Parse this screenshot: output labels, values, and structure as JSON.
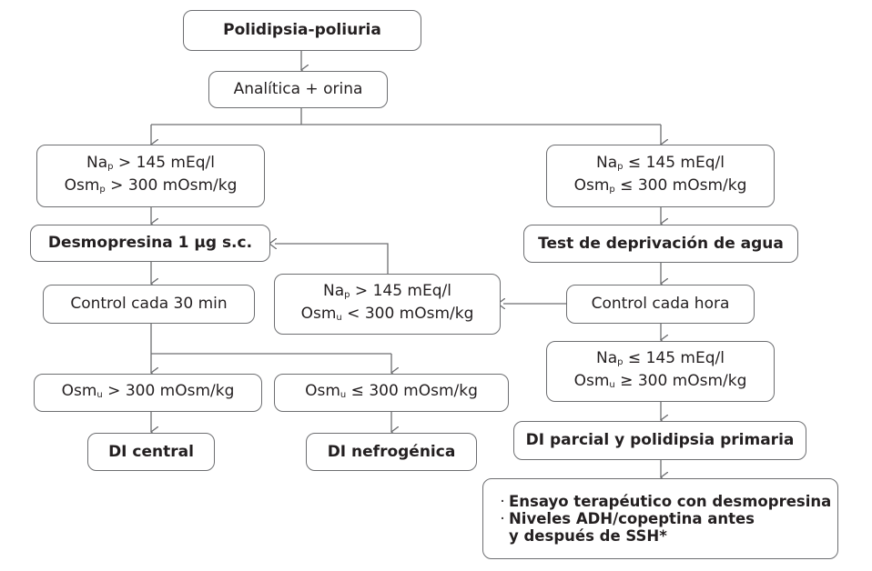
{
  "nodes": {
    "start": "Polidipsia-poliuria",
    "analitica": "Analítica + orina",
    "left_cond": {
      "l1_pre": "Na",
      "l1_sub": "p",
      "l1_post": " > 145 mEq/l",
      "l2_pre": "Osm",
      "l2_sub": "p",
      "l2_post": " > 300 mOsm/kg"
    },
    "right_cond": {
      "l1_pre": "Na",
      "l1_sub": "p",
      "l1_post": " ≤ 145 mEq/l",
      "l2_pre": "Osm",
      "l2_sub": "p",
      "l2_post": " ≤ 300 mOsm/kg"
    },
    "desmopresina": "Desmopresina 1 µg s.c.",
    "test_deprivacion": "Test de deprivación de agua",
    "control30": "Control cada 30 min",
    "mid_cond": {
      "l1_pre": "Na",
      "l1_sub": "p",
      "l1_post": " > 145 mEq/l",
      "l2_pre": "Osm",
      "l2_sub": "u",
      "l2_post": " < 300 mOsm/kg"
    },
    "control_hora": "Control cada hora",
    "osm_gt": {
      "pre": "Osm",
      "sub": "u",
      "post": " > 300 mOsm/kg"
    },
    "osm_le": {
      "pre": "Osm",
      "sub": "u",
      "post": " ≤ 300 mOsm/kg"
    },
    "right_cond2": {
      "l1_pre": "Na",
      "l1_sub": "p",
      "l1_post": " ≤ 145 mEq/l",
      "l2_pre": "Osm",
      "l2_sub": "u",
      "l2_post": " ≥ 300 mOsm/kg"
    },
    "di_central": "DI central",
    "di_nefro": "DI nefrogénica",
    "di_parcial": "DI parcial y polidipsia primaria",
    "final_list": {
      "bullet": "·",
      "item1": "Ensayo terapéutico con desmopresina",
      "item2_l1": "Niveles ADH/copeptina antes",
      "item2_l2": "y después de SSH*"
    }
  },
  "colors": {
    "line": "#6d6e71",
    "border": "#6d6e71",
    "text": "#231f20"
  }
}
